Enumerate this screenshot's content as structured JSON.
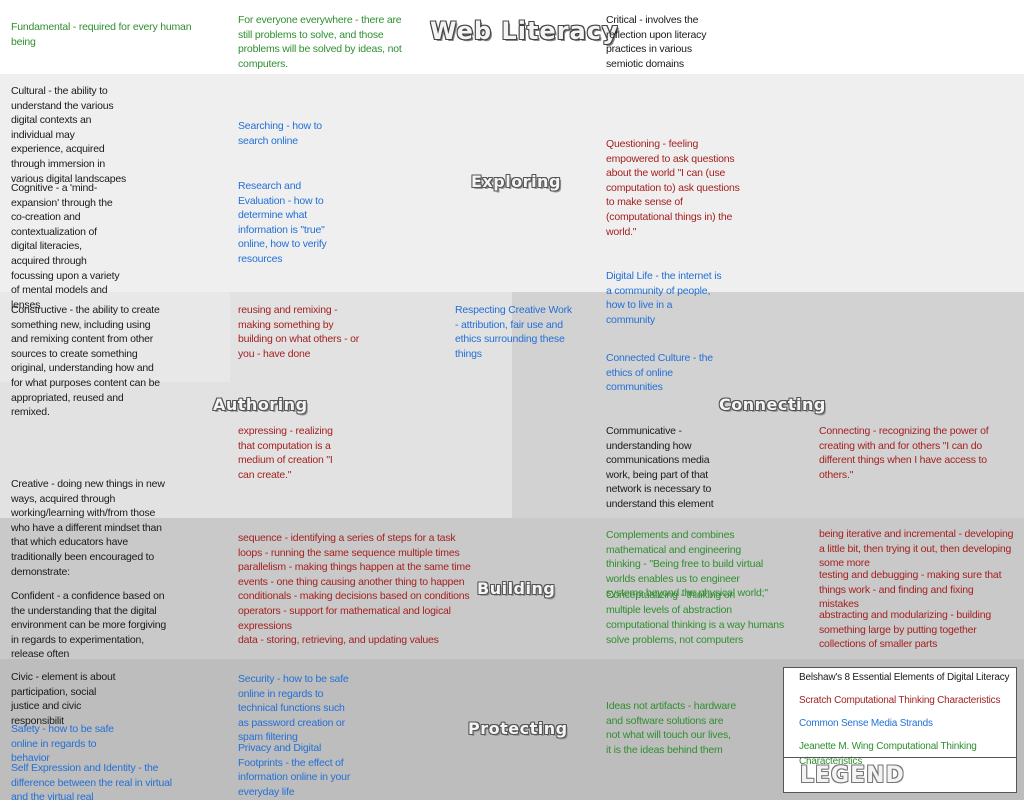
{
  "header": {
    "title": "Web Literacy",
    "fundamental": "Fundamental - required for every human being",
    "everyone": "For everyone everywhere - there are still problems to solve, and those problems will be solved by ideas, not computers.",
    "critical": "Critical - involves the reflection upon literacy practices in various semiotic domains"
  },
  "sections": {
    "exploring": "Exploring",
    "authoring": "Authoring",
    "connecting": "Connecting",
    "building": "Building",
    "protecting": "Protecting"
  },
  "exploring": {
    "cultural": "Cultural - the ability to understand the various digital contexts an individual may experience, acquired through immersion in various digital landscapes",
    "cognitive": "Cognitive - a 'mind-expansion' through the co-creation and contextualization of digital literacies, acquired through focussing upon a variety of mental models and lenses",
    "searching": "Searching - how to search online",
    "research": "Research and Evaluation - how to determine what information is \"true\" online, how to verify resources",
    "questioning": "Questioning - feeling empowered to ask questions about the world \"I can (use computation to) ask questions to make sense of (computational things in) the world.\"",
    "digital_life": "Digital Life - the internet is a community of people, how to live in a community"
  },
  "authoring": {
    "constructive": "Constructive - the ability to create something new, including using and remixing content from other sources to create something original, understanding how and for what purposes content can be appropriated, reused and remixed.",
    "reusing": "reusing and remixing - making something by building on what others - or you - have done",
    "respecting": "Respecting Creative Work - attribution, fair use and ethics surrounding these things",
    "expressing": "expressing - realizing that computation is a medium of creation \"I can create.\"",
    "creative": "Creative - doing new things in new ways, acquired through working/learning with/from those who have a different mindset than that which educators have traditionally been encouraged to demonstrate:"
  },
  "connecting": {
    "connected_culture": "Connected Culture - the ethics of online communities",
    "communicative": "Communicative - understanding how communications media work, being part of that network is necessary to understand this element",
    "connecting": "Connecting - recognizing the power of creating with and for others \"I can do different things when I have access to others.\""
  },
  "building": {
    "confident": "Confident - a confidence based on the understanding that the digital environment can be more forgiving in regards to experimentation, release often",
    "concepts": [
      "sequence - identifying a series of steps for a task",
      "loops - running the same sequence multiple times",
      "parallelism - making things happen at the same time",
      "events - one thing causing another thing to happen",
      "conditionals - making decisions based on conditions",
      "operators - support for mathematical and logical expressions",
      "data - storing, retrieving, and updating values"
    ],
    "complements": "Complements and combines mathematical and engineering thinking - \"Being free to build virtual worlds enables us to engineer systems beyond the physical world;\"",
    "conceptualizing": "Conceptualizing - thinking on multiple levels of abstraction",
    "computational": "computational thinking is a way humans solve problems, not computers",
    "iterative": "being iterative and incremental - developing a little bit, then trying it out, then developing some more",
    "testing": "testing and debugging - making sure that things work - and finding and fixing mistakes",
    "abstracting": "abstracting and modularizing - building something large by putting together collections of smaller parts"
  },
  "protecting": {
    "civic": "Civic - element is about participation, social justice and civic responsibilit",
    "safety": "Safety - how to be safe online in regards to behavior",
    "self_expression": "Self Expression and Identity - the difference between the real in virtual and the virtual real",
    "security": "Security - how to be safe online in regards to technical functions such as password creation or spam filtering",
    "privacy": "Privacy and Digital Footprints - the effect of information online in your everyday life",
    "ideas": "Ideas not artifacts - hardware and software solutions are not what will touch our lives, it is the ideas behind them"
  },
  "legend": {
    "title": "LEGEND",
    "items": [
      "Belshaw's 8 Essential Elements of Digital Literacy",
      "Scratch Computational Thinking Characteristics",
      "Common Sense Media Strands",
      "Jeanette M. Wing Computational Thinking Characteristics"
    ]
  },
  "colors": {
    "belshaw": "#1a1a1a",
    "scratch": "#a52121",
    "common_sense": "#2470d6",
    "wing": "#2f8f2f"
  }
}
